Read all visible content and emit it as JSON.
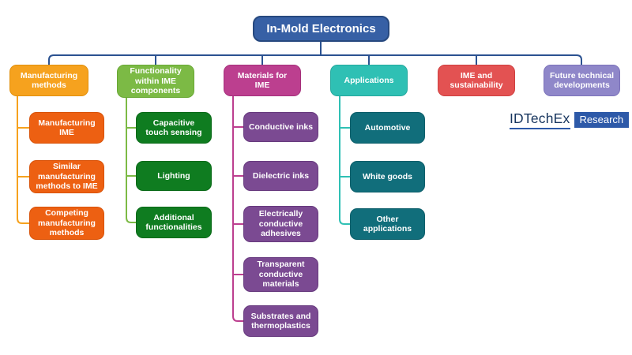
{
  "title": {
    "label": "In-Mold Electronics"
  },
  "colors": {
    "title_bg": "#3760A5",
    "connector_blue": "#2B5291",
    "branch1_parent": "#F6A21E",
    "branch1_child": "#ED6012",
    "branch2_parent": "#7CBA45",
    "branch2_child": "#0F7C20",
    "branch3_parent": "#BC3F8F",
    "bran3_child": "#7B4A92",
    "branch4_parent": "#2FC0B4",
    "branch4_child": "#116E7B",
    "branch5_parent": "#E35252",
    "branch6_parent": "#8F87C9",
    "logo_blue": "#2D59A8",
    "logo_text": "#17355E",
    "box_text": "#FFFFFF"
  },
  "branches": [
    {
      "label": "Manufacturing\nmethods",
      "children": [
        "Manufacturing\nIME",
        "Similar\nmanufacturing\nmethods to IME",
        "Competing\nmanufacturing\nmethods"
      ]
    },
    {
      "label": "Functionality\nwithin IME\ncomponents",
      "children": [
        "Capacitive\ntouch sensing",
        "Lighting",
        "Additional\nfunctionalities"
      ]
    },
    {
      "label": "Materials for\nIME",
      "children": [
        "Conductive inks",
        "Dielectric inks",
        "Electrically\nconductive\nadhesives",
        "Transparent\nconductive\nmaterials",
        "Substrates and\nthermoplastics"
      ]
    },
    {
      "label": "Applications",
      "children": [
        "Automotive",
        "White goods",
        "Other\napplications"
      ]
    },
    {
      "label": "IME and\nsustainability",
      "children": []
    },
    {
      "label": "Future technical\ndevelopments",
      "children": []
    }
  ],
  "logo": {
    "brand": "IDTechEx",
    "label": "Research"
  }
}
